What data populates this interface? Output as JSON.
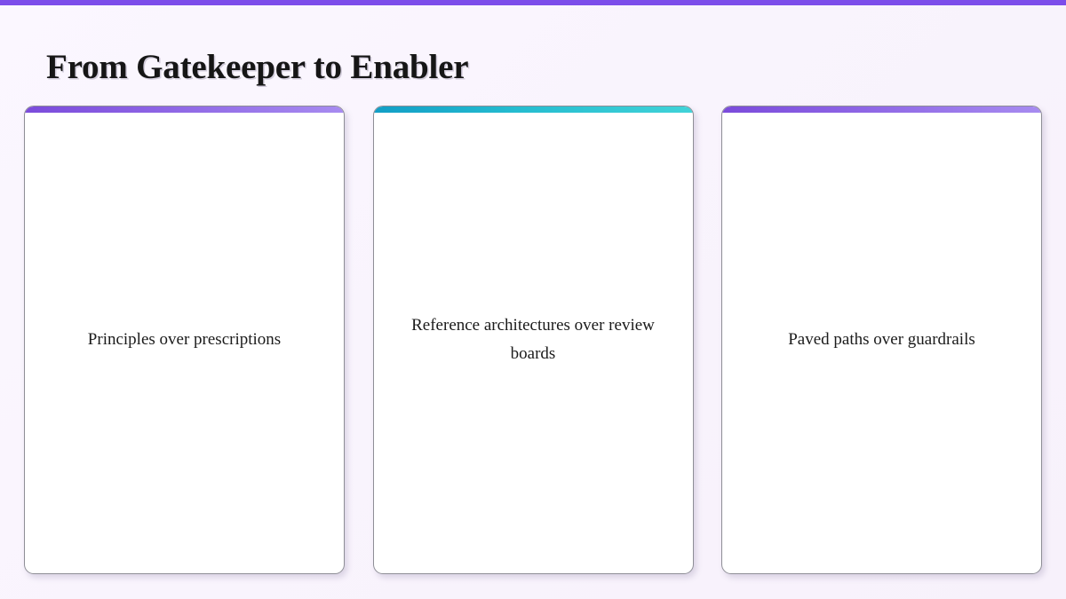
{
  "slide": {
    "title": "From Gatekeeper to Enabler",
    "background_color": "#faf6fd",
    "top_strip_color": "#7c4dea"
  },
  "cards": [
    {
      "text": "Principles over prescriptions",
      "accent": "purple",
      "accent_from": "#7b4bdb",
      "accent_to": "#a78bf0"
    },
    {
      "text": "Reference architectures over review boards",
      "accent": "teal",
      "accent_from": "#129ec6",
      "accent_to": "#41d3d8"
    },
    {
      "text": "Paved paths over guardrails",
      "accent": "purple",
      "accent_from": "#7b4bdb",
      "accent_to": "#a78bf0"
    }
  ]
}
